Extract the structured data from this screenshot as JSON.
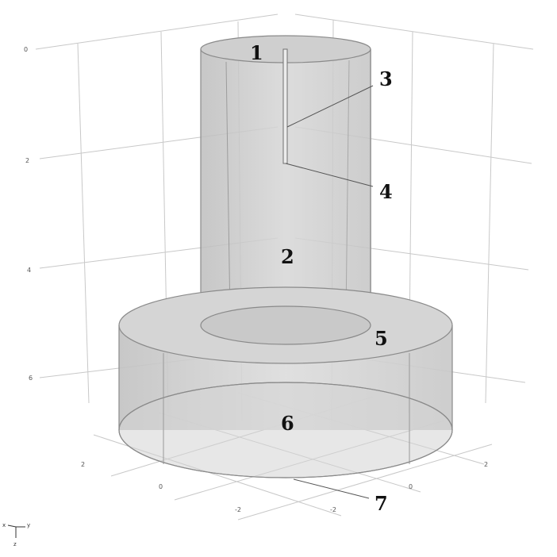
{
  "axis_ticks": {
    "vertical": [
      "0",
      "2",
      "4",
      "6"
    ],
    "floor_left": [
      "2",
      "0",
      "-2"
    ],
    "floor_right": [
      "-2",
      "0",
      "2"
    ]
  },
  "callouts": [
    "1",
    "2",
    "3",
    "4",
    "5",
    "6",
    "7"
  ],
  "triad": {
    "x": "x",
    "y": "y",
    "z": "z"
  }
}
